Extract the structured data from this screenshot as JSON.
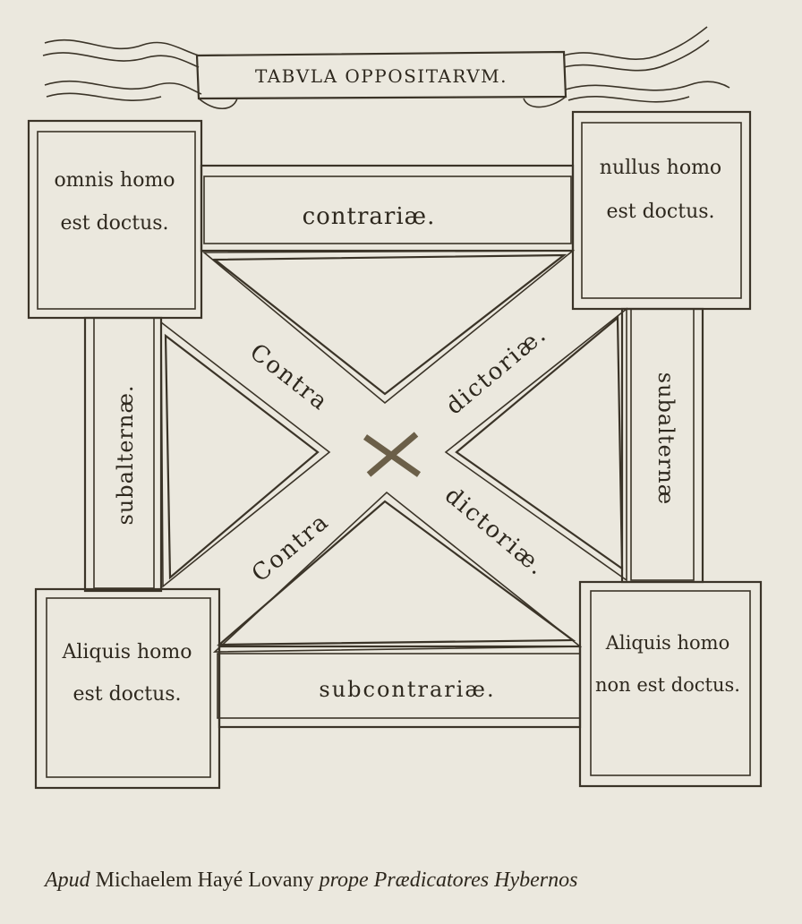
{
  "title": "TABVLA OPPOSITARVM.",
  "corners": {
    "top_left": {
      "line1": "omnis homo",
      "line2": "est doctus."
    },
    "top_right": {
      "line1": "nullus homo",
      "line2": "est doctus."
    },
    "bottom_left": {
      "line1": "Aliquis homo",
      "line2": "est doctus."
    },
    "bottom_right": {
      "line1": "Aliquis homo",
      "line2": "non est doctus."
    }
  },
  "relations": {
    "top": "contrariæ.",
    "bottom": "subcontrariæ.",
    "left": "subalternæ.",
    "right": "subalternæ",
    "diag_upper_left": "Contra",
    "diag_upper_right": "dictoriæ.",
    "diag_lower_left": "Contra",
    "diag_lower_right": "dictoriæ."
  },
  "imprint": {
    "part1": "Apud",
    "part2": "Michaelem Hayé Lovany",
    "part3": "prope Prædicatores Hybernos"
  }
}
